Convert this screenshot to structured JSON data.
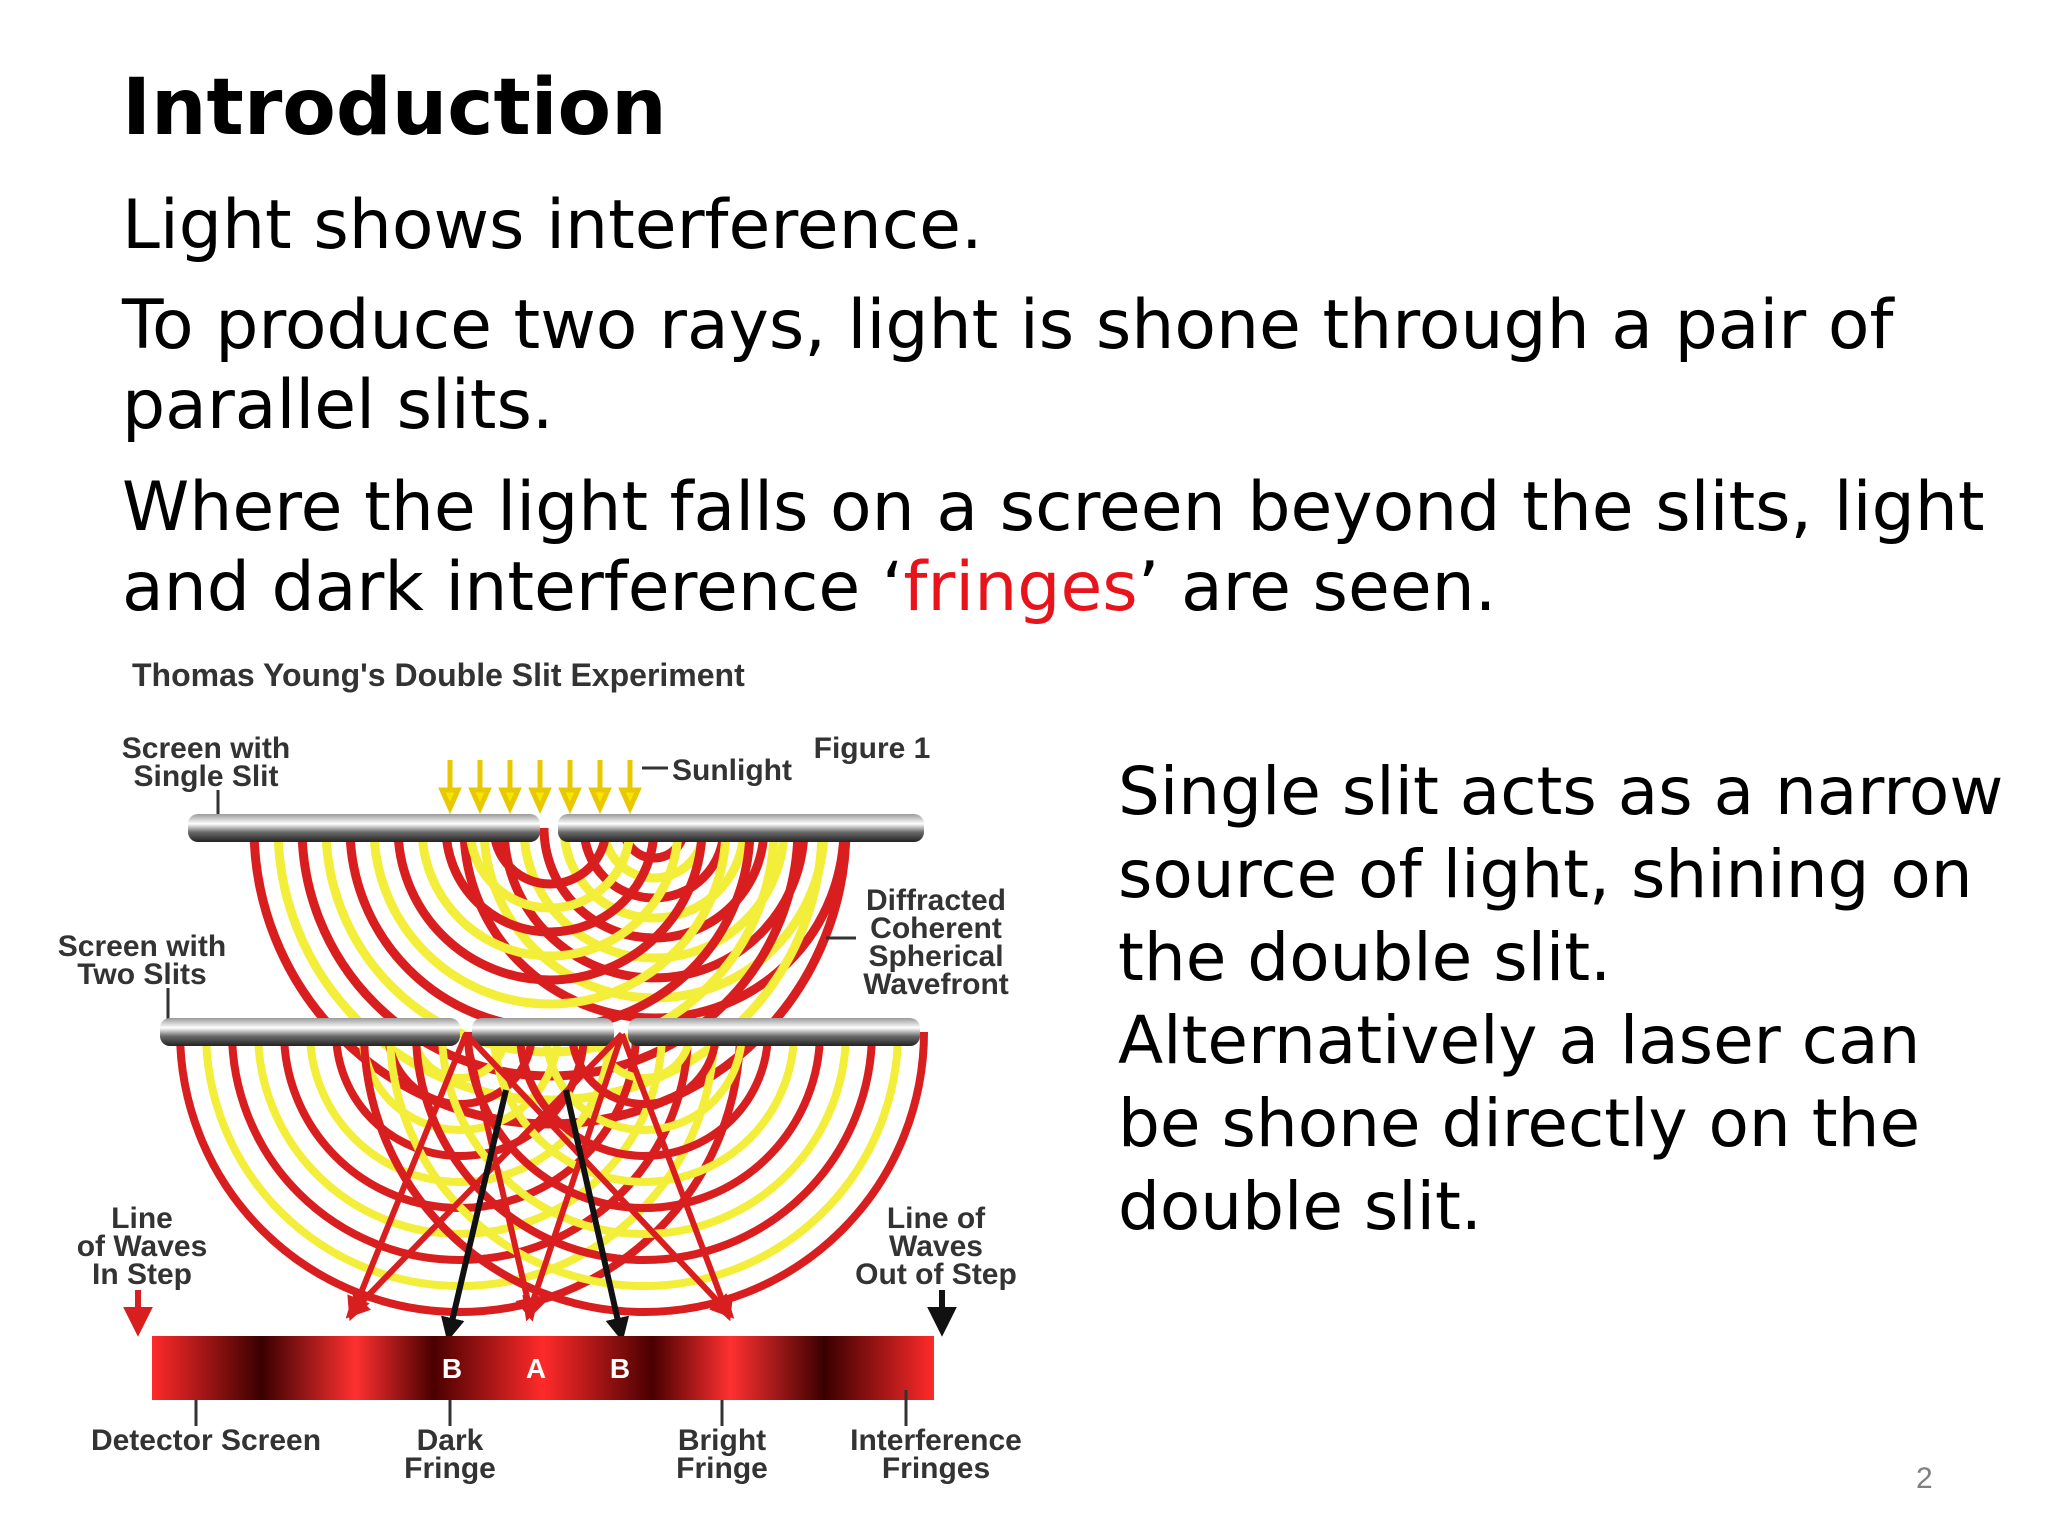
{
  "slide": {
    "title": "Introduction",
    "p1": "Light shows interference.",
    "p2": "To produce two rays, light is shone through a pair of parallel slits.",
    "p3_a": "Where the light falls  on a screen beyond the slits, light and dark interference ‘",
    "p3_highlight": "fringes",
    "p3_b": "’ are seen.",
    "aside": "Single slit acts as a narrow source of light, shining on the double slit. Alternatively a laser can be shone directly on the double slit.",
    "page_number": "2",
    "highlight_color": "#e8141b"
  },
  "figure": {
    "title": "Thomas Young's Double Slit Experiment",
    "figure_label": "Figure 1",
    "sunlight": "Sunlight",
    "single_slit": [
      "Screen with",
      "Single Slit"
    ],
    "two_slits": [
      "Screen with",
      "Two Slits"
    ],
    "diffracted": [
      "Diffracted",
      "Coherent",
      "Spherical",
      "Wavefront"
    ],
    "in_step": [
      "Line",
      "of Waves",
      "In Step"
    ],
    "out_of_step": [
      "Line of",
      "Waves",
      "Out of Step"
    ],
    "detector": "Detector Screen",
    "dark_fringe": [
      "Dark",
      "Fringe"
    ],
    "bright_fringe": [
      "Bright",
      "Fringe"
    ],
    "interference": [
      "Interference",
      "Fringes"
    ],
    "fringe_marks": [
      "B",
      "A",
      "B"
    ],
    "colors": {
      "wave_red": "#d81e1e",
      "wave_yellow": "#f2ee3a",
      "label_gray": "#333333"
    }
  }
}
